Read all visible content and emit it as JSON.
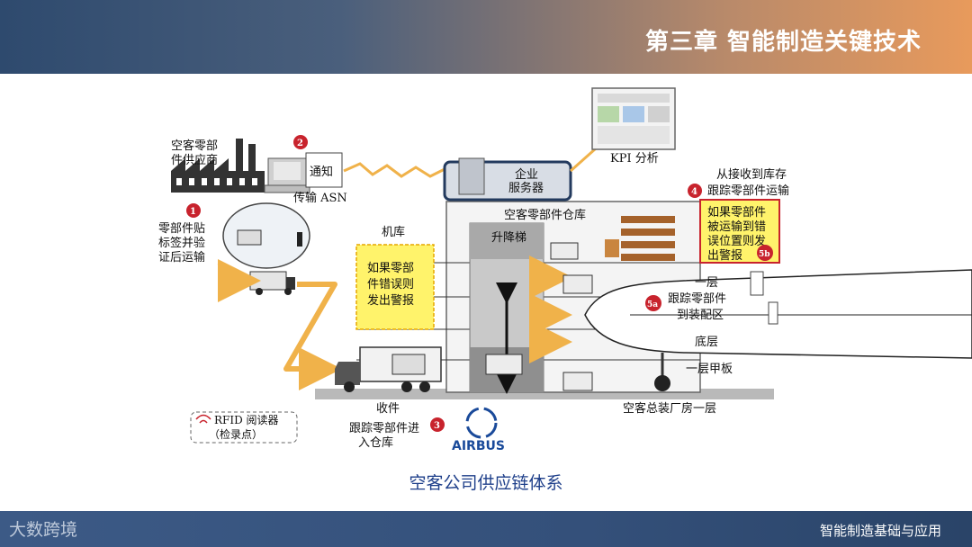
{
  "header": {
    "title": "第三章 智能制造关键技术"
  },
  "footer": {
    "left_logo": "大数跨境",
    "right_text": "智能制造基础与应用"
  },
  "caption": "空客公司供应链体系",
  "diagram": {
    "supplier_label_1": "空客零部",
    "supplier_label_2": "件供应商",
    "notice_label": "通知",
    "asn_label": "传输 ASN",
    "kpi_label": "KPI 分析",
    "server_label_1": "企业",
    "server_label_2": "服务器",
    "track_label_1": "从接收到库存",
    "track_label_2": "跟踪零部件运输",
    "warn4_1": "如果零部件",
    "warn4_2": "被运输到错",
    "warn4_3": "误位置则发",
    "warn4_4": "出警报",
    "step1_1": "零部件贴",
    "step1_2": "标签并验",
    "step1_3": "证后运输",
    "hangar_label": "机库",
    "warehouse_label": "空客零部件仓库",
    "lift_label": "升降梯",
    "warn_hangar_1": "如果零部",
    "warn_hangar_2": "件错误则",
    "warn_hangar_3": "发出警报",
    "floor1_label": "一层",
    "track_assembly_1": "跟踪零部件",
    "track_assembly_2": "到装配区",
    "bottom_label": "底层",
    "deck_label": "一层甲板",
    "receive_label": "收件",
    "rfid_label_1": "RFID 阅读器",
    "rfid_label_2": "（检录点）",
    "step3_1": "跟踪零部件进",
    "step3_2": "入仓库",
    "plant_label": "空客总装厂房一层",
    "airbus_label": "AIRBUS",
    "badges": {
      "b1": "1",
      "b2": "2",
      "b3": "3",
      "b4": "4",
      "b5a": "5a",
      "b5b": "5b"
    }
  },
  "colors": {
    "accent_red": "#c8232d",
    "warn_yellow": "#fff36b",
    "arrow_orange": "#f0b24a",
    "caption_blue": "#1e3f8a"
  }
}
